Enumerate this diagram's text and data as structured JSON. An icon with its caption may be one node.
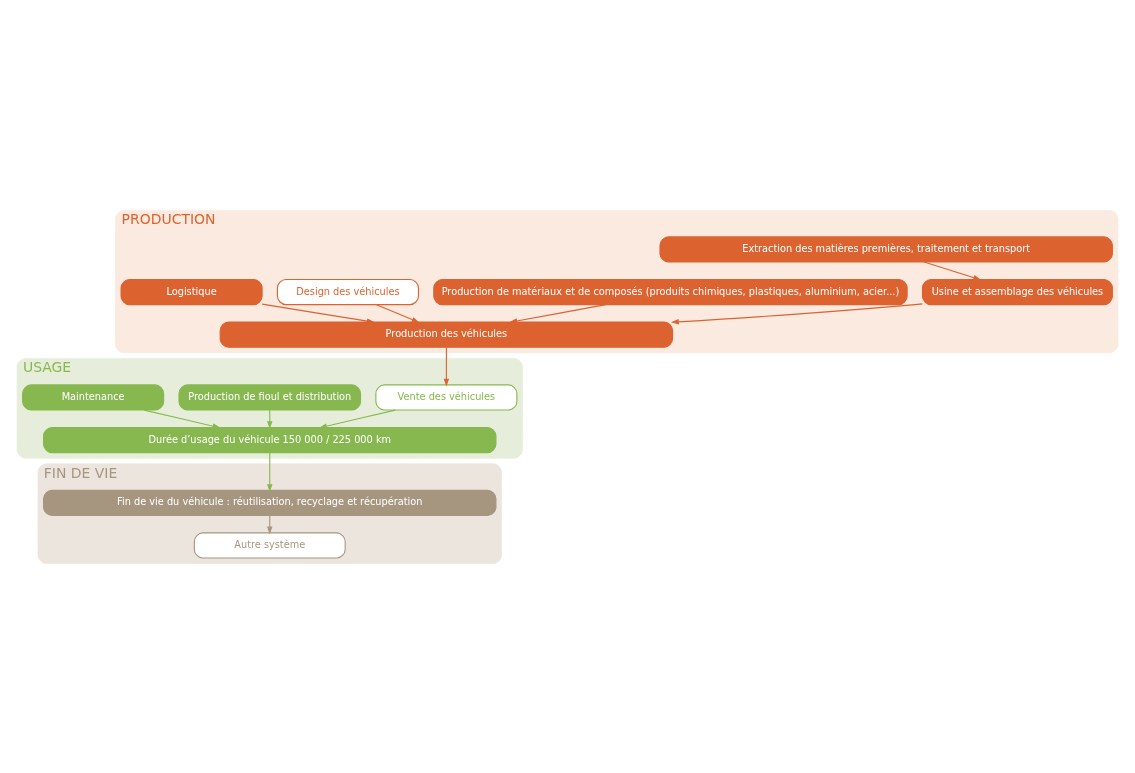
{
  "diagram": {
    "nodes": [
      {
        "text": [
          "PRODUCTION"
        ]
      },
      {
        "text": [
          "Extraction des matières premières, traitement et transport"
        ],
        "in": 0
      },
      {
        "text": [
          "Production de matériaux et de composés (produits chimiques, plastiques, aluminium, acier...)"
        ],
        "in": 0
      },
      {
        "text": [
          "Usine et assemblage des véhicules"
        ],
        "in": 0
      },
      {
        "text": [
          "Design des véhicules"
        ],
        "in": 0
      },
      {
        "text": [
          "Logistique"
        ],
        "in": 0
      },
      {
        "text": [
          "Production des véhicules"
        ],
        "in": 0
      },
      {
        "text": [
          "USAGE"
        ]
      },
      {
        "text": [
          "Vente des véhicules"
        ],
        "in": 7
      },
      {
        "text": [
          "Production de fioul et distribution"
        ],
        "in": 7
      },
      {
        "text": [
          "Maintenance"
        ],
        "in": 7
      },
      {
        "text": [
          "Durée d’usage du véhicule 150 000 / 225 000 km"
        ],
        "in": 7
      },
      {
        "text": [
          "FIN DE VIE"
        ]
      },
      {
        "text": [
          "Fin de vie du véhicule : réutilisation, recyclage et récupération"
        ],
        "in": 12
      },
      {
        "text": [
          "Autre système"
        ],
        "in": 12
      }
    ],
    "edges": [
      {
        "from": 1,
        "to": 3,
        "arrow": "to"
      },
      {
        "from": 2,
        "to": 6,
        "arrow": "to"
      },
      {
        "from": 3,
        "to": 6,
        "arrow": "to"
      },
      {
        "from": 4,
        "to": 6,
        "arrow": "to"
      },
      {
        "from": 5,
        "to": 6,
        "arrow": "to"
      },
      {
        "from": 6,
        "to": 8,
        "arrow": "to"
      },
      {
        "from": 8,
        "to": 11,
        "arrow": "to",
        "color": "#87b84f"
      },
      {
        "from": 9,
        "to": 11,
        "arrow": "to",
        "color": "#87b84f"
      },
      {
        "from": 10,
        "to": 11,
        "arrow": "to",
        "color": "#87b84f"
      },
      {
        "from": 11,
        "to": 13,
        "arrow": "to",
        "color": "#87b84f"
      },
      {
        "from": 13,
        "to": 14,
        "arrow": "to",
        "color": "#a69680"
      }
    ]
  }
}
